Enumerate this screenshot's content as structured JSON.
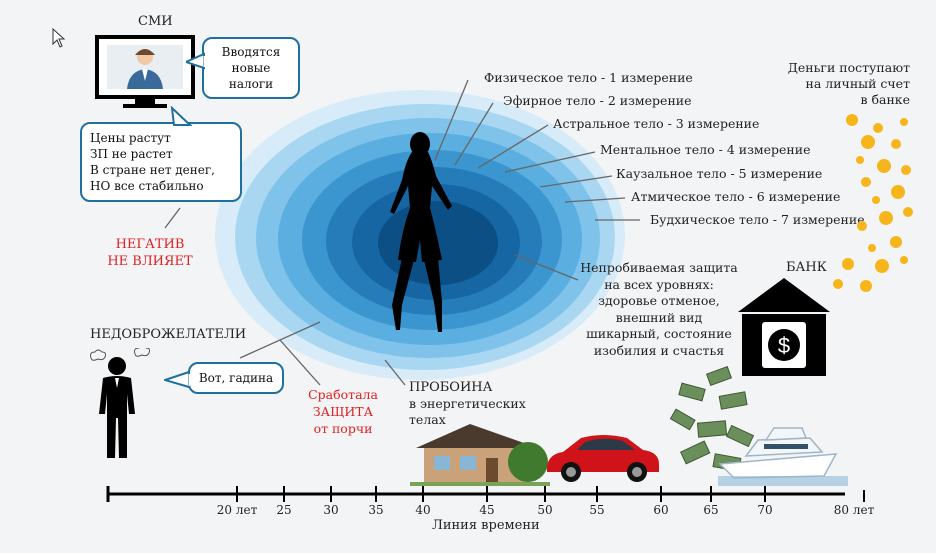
{
  "media": {
    "title": "СМИ",
    "bubble_news": "Вводятся новые налоги",
    "bubble_prices": [
      "Цены растут",
      "ЗП не растет",
      "В стране нет денег,",
      "НО все стабильно"
    ]
  },
  "negative": {
    "line1": "НЕГАТИВ",
    "line2": "НЕ ВЛИЯЕТ"
  },
  "illwishers": {
    "title": "НЕДОБРОЖЕЛАТЕЛИ",
    "speech": "Вот, гадина"
  },
  "layers": [
    "Физическое тело - 1 измерение",
    "Эфирное тело - 2 измерение",
    "Астральное тело - 3 измерение",
    "Ментальное тело - 4 измерение",
    "Каузальное тело - 5 измерение",
    "Атмическое тело - 6 измерение",
    "Будхическое тело - 7 измерение"
  ],
  "protection": [
    "Непробиваемая защита",
    "на всех уровнях:",
    "здоровье отменое,",
    "внешний вид",
    "шикарный, состояние",
    "изобилия и счастья"
  ],
  "protection_worked": [
    "Сработала",
    "ЗАЩИТА",
    "от порчи"
  ],
  "breach": [
    "ПРОБОИНА",
    "в энергетических",
    "телах"
  ],
  "money": [
    "Деньги поступают",
    "на личный счет",
    "в банке"
  ],
  "bank": {
    "label": "БАНК",
    "symbol": "$"
  },
  "timeline": {
    "caption": "Линия времени",
    "ticks": [
      "20 лет",
      "25",
      "30",
      "35",
      "40",
      "45",
      "50",
      "55",
      "60",
      "65",
      "70",
      "80 лет"
    ]
  },
  "colors": {
    "accent": "#1f6f9f",
    "warning": "#e02020",
    "aura_outer": "#bfe3f7",
    "aura_inner": "#0d5c93"
  }
}
